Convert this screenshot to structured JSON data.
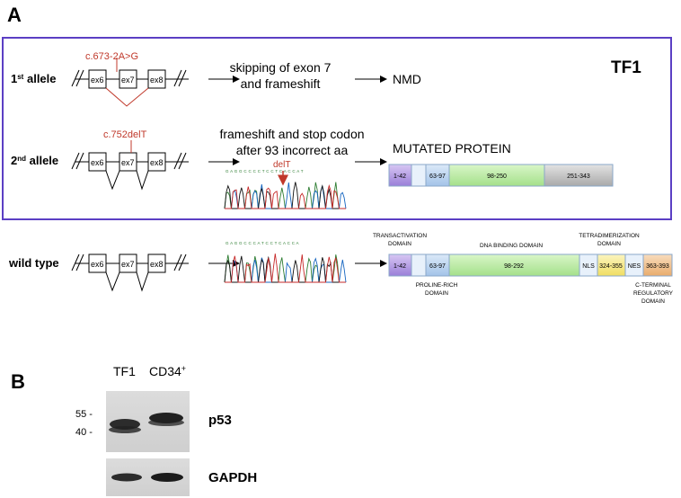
{
  "panel_a": {
    "label": "A",
    "cell_line": "TF1",
    "allele1": {
      "label": "1",
      "sup": "st",
      "suffix": " allele",
      "mutation": "c.673-2A>G",
      "exons": [
        "ex6",
        "ex7",
        "ex8"
      ],
      "effect_line1": "skipping of exon 7",
      "effect_line2": "and frameshift",
      "outcome": "NMD"
    },
    "allele2": {
      "label": "2",
      "sup": "nd",
      "suffix": " allele",
      "mutation": "c.752delT",
      "exons": [
        "ex6",
        "ex7",
        "ex8"
      ],
      "effect_line1": "frameshift and stop codon",
      "effect_line2": "after 93 incorrect aa",
      "trace_label": "delT",
      "trace_seq": "G A G G C C C C T C C T C A C C A T",
      "protein_title": "MUTATED PROTEIN",
      "protein_domains": [
        "1-42",
        "63-97",
        "98-250",
        "251-343"
      ]
    },
    "wildtype": {
      "label": "wild type",
      "exons": [
        "ex6",
        "ex7",
        "ex8"
      ],
      "trace_seq": "G A G G C C C A T C C T C A C C A",
      "protein_domains": [
        "1-42",
        "63-97",
        "98-292",
        "NLS",
        "324-355",
        "NES",
        "363-393"
      ],
      "domain_labels": {
        "transactivation_1": "TRANSACTIVATION",
        "transactivation_2": "DOMAIN",
        "dna_binding": "DNA BINDING DOMAIN",
        "tetramer_1": "TETRADIMERIZATION",
        "tetramer_2": "DOMAIN",
        "proline_1": "PROLINE-RICH",
        "proline_2": "DOMAIN",
        "cterm_1": "C-TERMINAL",
        "cterm_2": "REGULATORY",
        "cterm_3": "DOMAIN"
      }
    }
  },
  "panel_b": {
    "label": "B",
    "lane1": "TF1",
    "lane2": "CD34",
    "lane2_sup": "+",
    "marker_55": "55 -",
    "marker_40": "40 -",
    "band1": "p53",
    "band2": "GAPDH"
  },
  "colors": {
    "frame": "#5b3fc4",
    "mutation_red": "#c0392b",
    "dom_purple": "#b39ddb",
    "dom_blue": "#b8d3ee",
    "dom_green": "#b7eaa0",
    "dom_gray": "#bdbdbd",
    "dom_yellow": "#f6ea8a",
    "dom_orange": "#f2c28f",
    "dom_light": "#e8f1fb"
  }
}
